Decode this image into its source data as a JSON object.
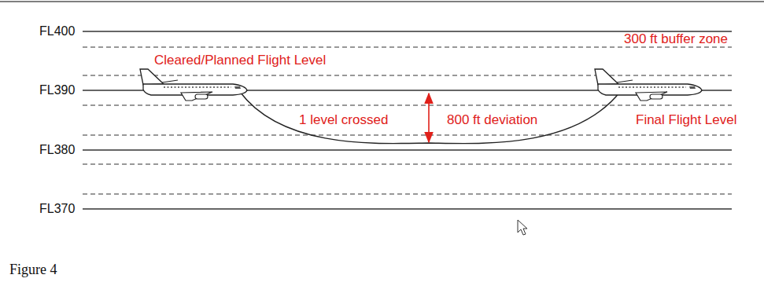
{
  "diagram": {
    "caption": "Figure 4",
    "labels": [
      "FL400",
      "300 ft buffer zone",
      "Cleared/Planned Flight Level",
      "FL390",
      "1 level crossed",
      "800 ft deviation",
      "Final Flight Level",
      "FL380",
      "FL370"
    ]
  }
}
